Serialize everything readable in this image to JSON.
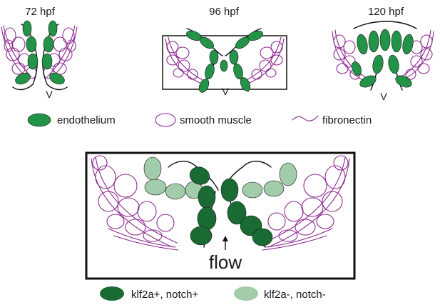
{
  "stages": [
    {
      "label": "72 hpf"
    },
    {
      "label": "96 hpf"
    },
    {
      "label": "120 hpf"
    }
  ],
  "valve_marker": "V",
  "legend_top": [
    {
      "label": "endothelium",
      "icon": "endothelium-cell-icon",
      "color": "#239447"
    },
    {
      "label": "smooth muscle",
      "icon": "smooth-muscle-cell-icon",
      "color": "#8e2a91"
    },
    {
      "label": "fibronectin",
      "icon": "fibronectin-fiber-icon",
      "color": "#8e2a91"
    }
  ],
  "zoom": {
    "flow_label": "flow"
  },
  "legend_bottom": [
    {
      "label": "klf2a+, notch+",
      "icon": "klf2a-positive-cell-icon",
      "color": "#1a6b33"
    },
    {
      "label": "klf2a-, notch-",
      "icon": "klf2a-negative-cell-icon",
      "color": "#a3ccaa"
    }
  ],
  "colors": {
    "endothelium": "#239447",
    "klf2a_pos": "#1a6b33",
    "klf2a_neg": "#a3ccaa",
    "muscle": "#8e2a91"
  }
}
